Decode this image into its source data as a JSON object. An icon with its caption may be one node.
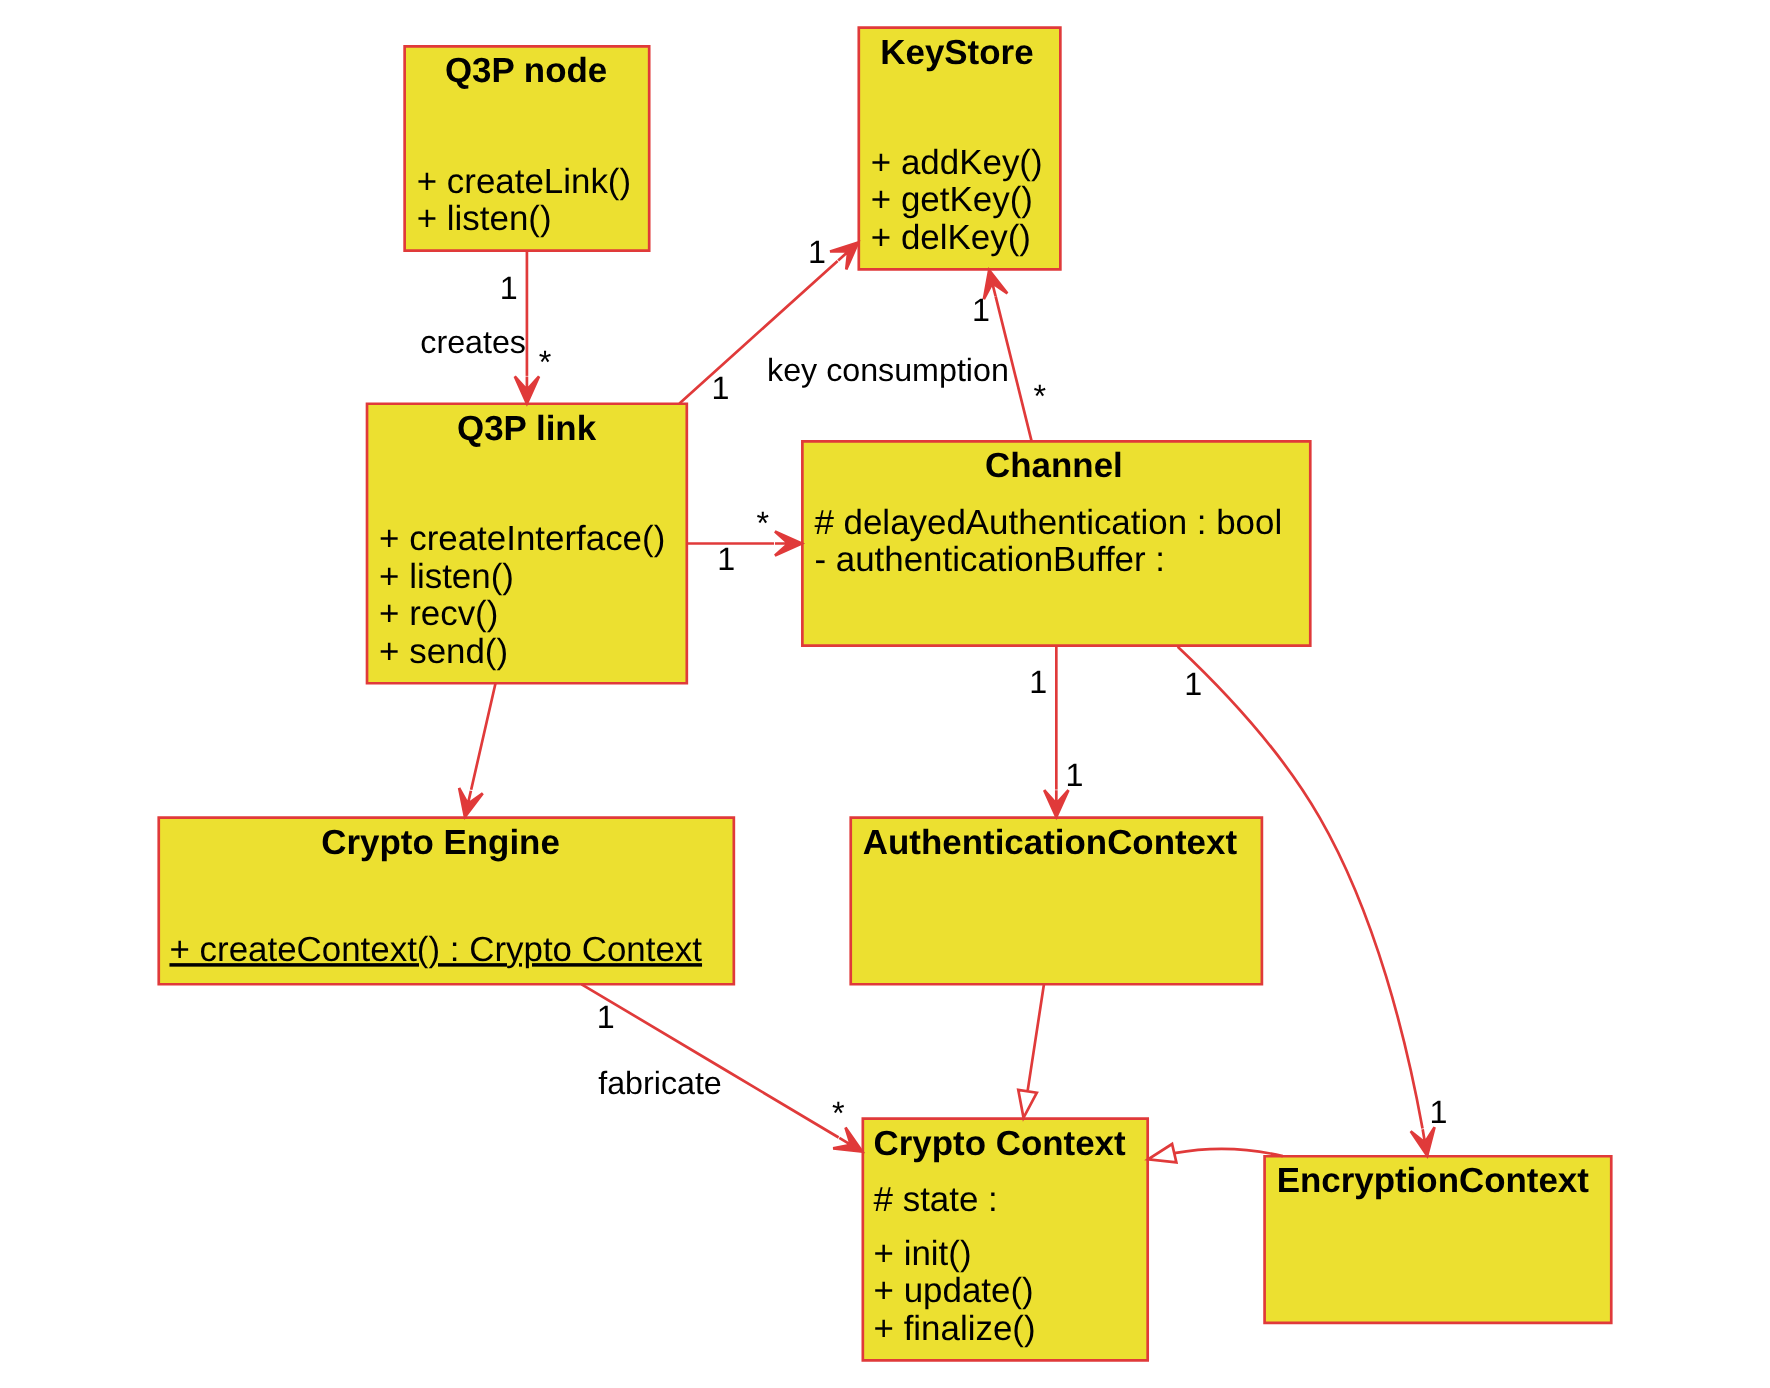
{
  "diagram": {
    "nodes": [
      {
        "text": [
          "Q3P node",
          "+ createLink()",
          "+ listen()"
        ]
      },
      {
        "text": [
          "KeyStore",
          "+ addKey()",
          "+ getKey()",
          "+ delKey()"
        ]
      },
      {
        "text": [
          "Q3P link",
          "+ createInterface()",
          "+ listen()",
          "+ recv()",
          "+ send()"
        ]
      },
      {
        "text": [
          "Channel",
          "# delayedAuthentication : bool",
          "- authenticationBuffer :"
        ]
      },
      {
        "text": [
          "Crypto Engine",
          "+ createContext() : Crypto Context"
        ]
      },
      {
        "text": [
          "AuthenticationContext"
        ]
      },
      {
        "text": [
          "Crypto Context",
          "# state :",
          "+ init()",
          "+ update()",
          "+ finalize()"
        ]
      },
      {
        "text": [
          "EncryptionContext"
        ]
      }
    ],
    "edges": [
      {
        "from": 0,
        "to": 2,
        "arrow": "to",
        "label": "creates"
      },
      {
        "from": 2,
        "to": 1,
        "arrow": "to"
      },
      {
        "from": 3,
        "to": 1,
        "arrow": "to",
        "label": "key consumption"
      },
      {
        "from": 2,
        "to": 3,
        "arrow": "to"
      },
      {
        "from": 2,
        "to": 4,
        "arrow": "to"
      },
      {
        "from": 4,
        "to": 6,
        "arrow": "to",
        "label": "fabricate"
      },
      {
        "from": 3,
        "to": 5,
        "arrow": "to"
      },
      {
        "from": 3,
        "to": 7,
        "arrow": "to"
      },
      {
        "from": 5,
        "to": 6,
        "arrow": "to"
      },
      {
        "from": 7,
        "to": 6,
        "arrow": "to"
      }
    ],
    "labels": [
      "1",
      "*",
      "1",
      "1",
      "*",
      "1",
      "1",
      "*",
      "1",
      "*",
      "1",
      "1",
      "1",
      "1"
    ]
  }
}
